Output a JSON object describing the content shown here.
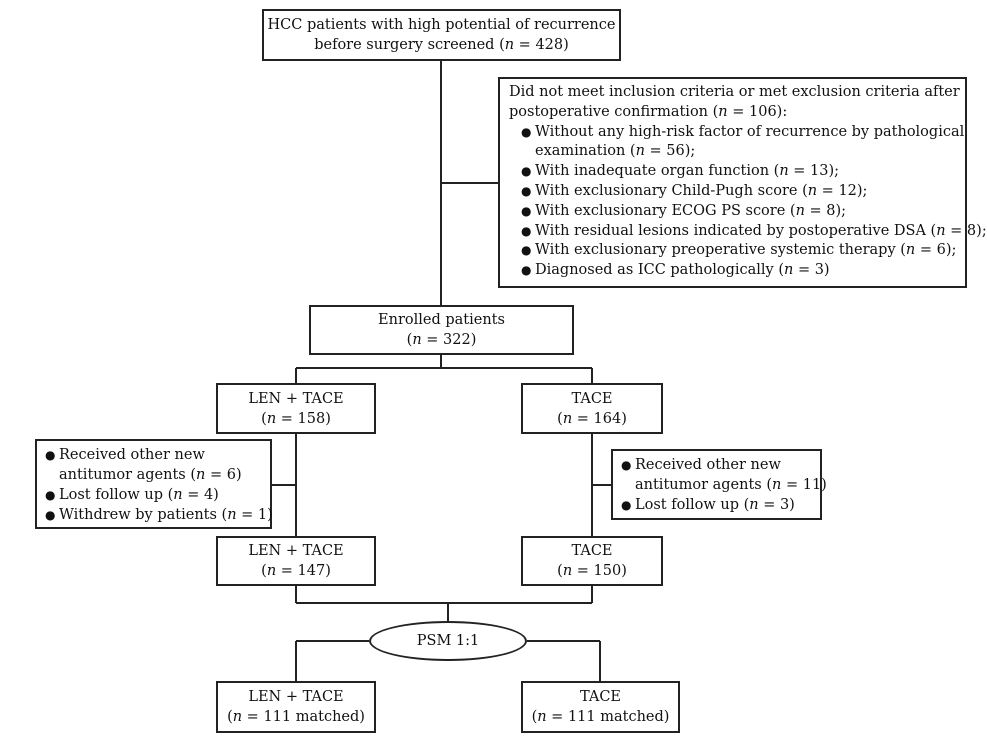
{
  "top_box": {
    "line1": "HCC patients with high potential of recurrence",
    "line2_pre": "before surgery screened (",
    "n": "n",
    "line2_post": " = 428)"
  },
  "exclusion": {
    "header1": "Did not meet inclusion criteria or met exclusion criteria after",
    "header2_pre": "postoperative confirmation (",
    "header2_post": " = 106):",
    "bullet": "●",
    "items": [
      {
        "text": "Without any high-risk factor of recurrence by pathological",
        "cont_pre": "examination (",
        "cont_post": " = 56);"
      },
      {
        "pre": "With inadequate organ function (",
        "post": " = 13);"
      },
      {
        "pre": "With exclusionary Child-Pugh score (",
        "post": " = 12);"
      },
      {
        "pre": "With exclusionary ECOG PS score (",
        "post": " = 8);"
      },
      {
        "pre": "With residual lesions indicated by postoperative DSA (",
        "post": " = 8);"
      },
      {
        "pre": "With exclusionary preoperative systemic therapy (",
        "post": " = 6);"
      },
      {
        "pre": "Diagnosed as ICC pathologically (",
        "post": " = 3)"
      }
    ]
  },
  "enrolled": {
    "label": "Enrolled patients",
    "pre": "(",
    "post": " = 322)"
  },
  "left_arm": {
    "label": "LEN + TACE",
    "pre": "(",
    "post": " = 158)"
  },
  "right_arm": {
    "label": "TACE",
    "pre": "(",
    "post": " = 164)"
  },
  "left_excl": {
    "items": [
      {
        "text": "Received other new",
        "cont_pre": "antitumor agents (",
        "cont_post": " = 6)"
      },
      {
        "pre": "Lost follow up (",
        "post": " = 4)"
      },
      {
        "pre": "Withdrew by patients (",
        "post": " = 1)"
      }
    ]
  },
  "right_excl": {
    "items": [
      {
        "text": "Received other new",
        "cont_pre": "antitumor agents (",
        "cont_post": " = 11)"
      },
      {
        "pre": "Lost follow up (",
        "post": " = 3)"
      }
    ]
  },
  "left_final": {
    "label": "LEN + TACE",
    "pre": "(",
    "post": " = 147)"
  },
  "right_final": {
    "label": "TACE",
    "pre": "(",
    "post": " = 150)"
  },
  "psm": {
    "label": "PSM 1:1"
  },
  "left_matched": {
    "label": "LEN + TACE",
    "pre": "(",
    "post": " = 111 matched)"
  },
  "right_matched": {
    "label": "TACE",
    "pre": "(",
    "post": " = 111 matched)"
  }
}
